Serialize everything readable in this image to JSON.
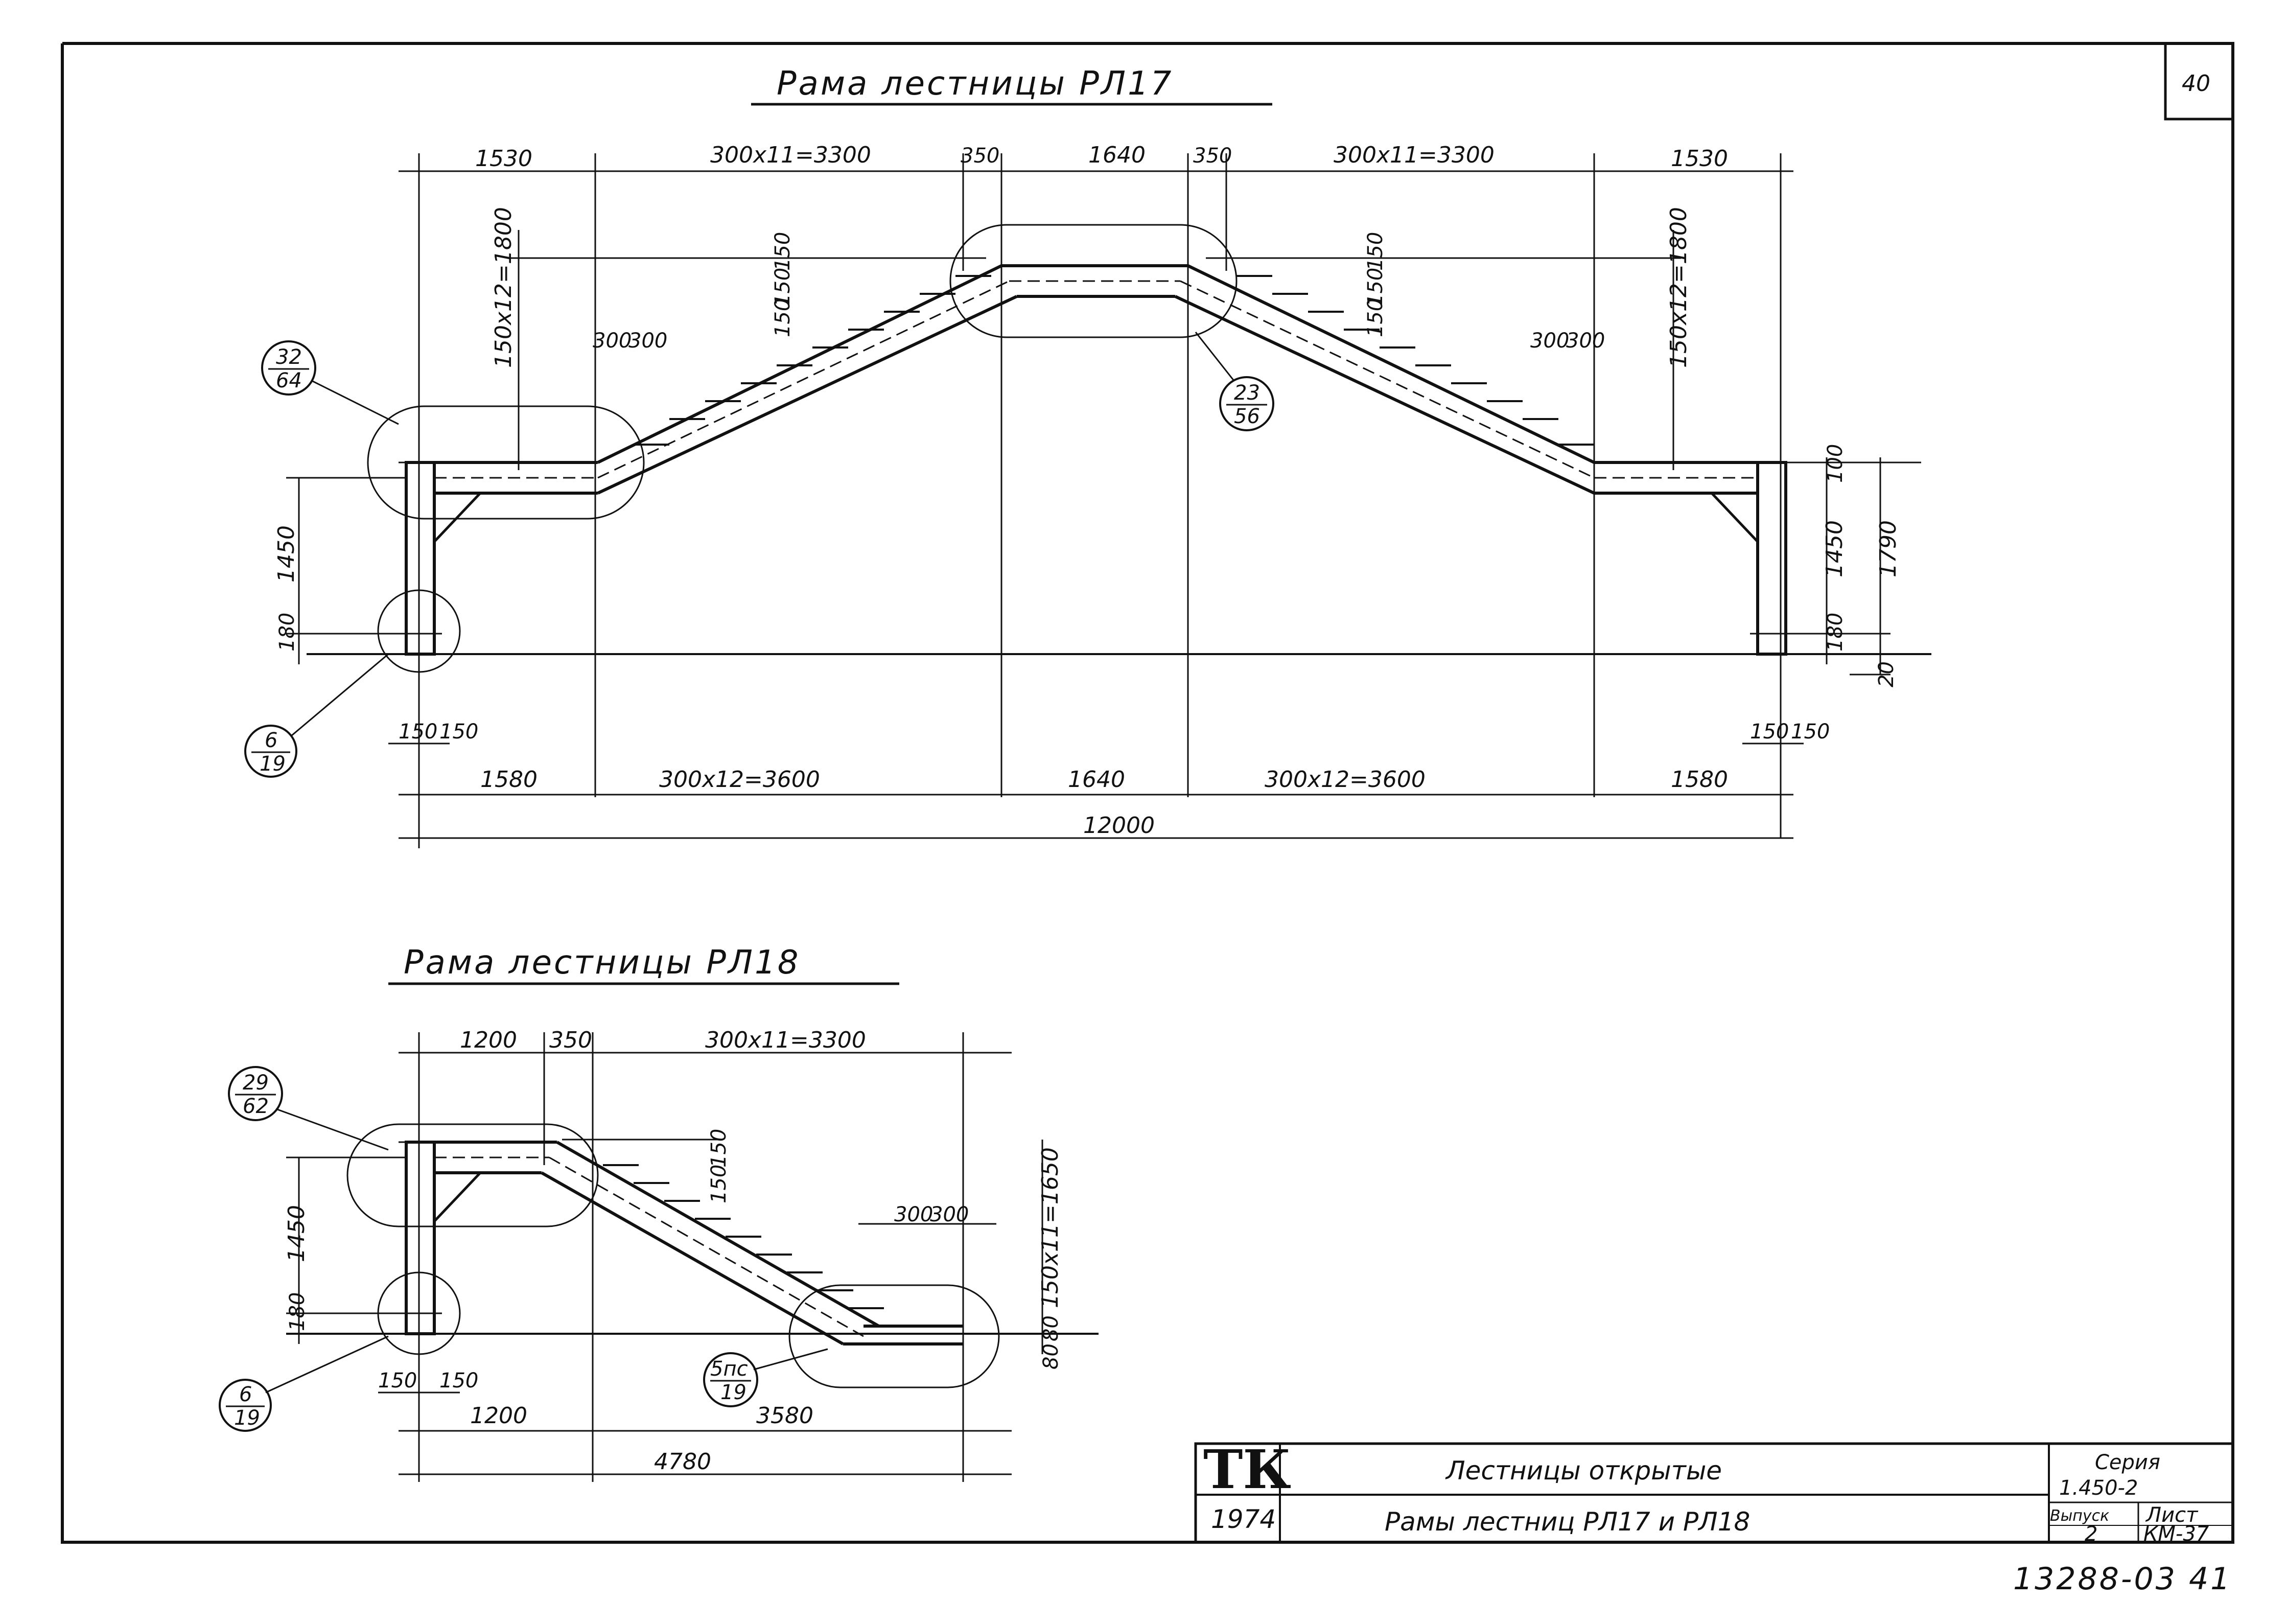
{
  "sheet_number": "40",
  "drawing1": {
    "title": "Рама лестницы РЛ17",
    "top_dims": [
      "1530",
      "300x11=3300",
      "350",
      "1640",
      "350",
      "300x11=3300",
      "1530"
    ],
    "bottom_dims": [
      "1580",
      "300x12=3600",
      "1640",
      "300x12=3600",
      "1580"
    ],
    "total": "12000",
    "left_vertical": [
      "1450",
      "180"
    ],
    "right_vertical": [
      "100",
      "1450",
      "1790",
      "180",
      "20"
    ],
    "stair_vertical": [
      "150x12=1800",
      "150x12=1800"
    ],
    "stair_dims": [
      "150",
      "150",
      "150",
      "150",
      "150",
      "150"
    ],
    "tread_dims": [
      "300",
      "300",
      "300",
      "300"
    ],
    "base_dims": [
      "150",
      "150",
      "150",
      "150"
    ],
    "callouts": [
      {
        "num": "32",
        "den": "64"
      },
      {
        "num": "23",
        "den": "56"
      },
      {
        "num": "6",
        "den": "19"
      }
    ]
  },
  "drawing2": {
    "title": "Рама лестницы РЛ18",
    "top_dims": [
      "1200",
      "350",
      "300x11=3300"
    ],
    "bottom_dims": [
      "1200",
      "3580"
    ],
    "total": "4780",
    "left_vertical": [
      "1450",
      "180"
    ],
    "right_vertical": [
      "150x11=1650",
      "80",
      "80"
    ],
    "stair_dims": [
      "150",
      "150"
    ],
    "tread_dims": [
      "300",
      "300"
    ],
    "base_dims": [
      "150",
      "150"
    ],
    "callouts": [
      {
        "num": "29",
        "den": "62"
      },
      {
        "num": "6",
        "den": "19"
      },
      {
        "num": "5пс",
        "den": "19"
      }
    ]
  },
  "title_block": {
    "logo": "ТК",
    "year": "1974",
    "name_line1": "Лестницы открытые",
    "name_line2": "Рамы лестниц РЛ17 и РЛ18",
    "series_label": "Серия",
    "series_value": "1.450-2",
    "issue_label": "Выпуск",
    "issue_value": "2",
    "sheet_label": "Лист",
    "sheet_value": "КМ-37"
  },
  "archive_number": "13288-03 41"
}
